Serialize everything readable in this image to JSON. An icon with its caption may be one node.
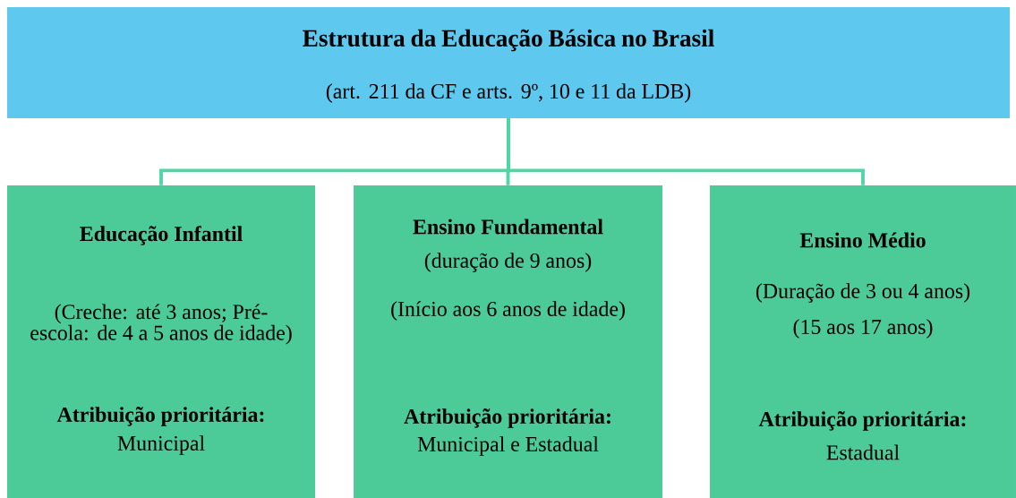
{
  "diagram": {
    "nodes": [
      {
        "text": [
          "Estrutura da Educação Básica no Brasil",
          "(art. 211 da CF e arts. 9º, 10 e 11 da LDB)"
        ]
      },
      {
        "text": [
          "Educação Infantil",
          "(Creche: até 3 anos; Pré-escola: de 4 a 5 anos de idade)",
          "Atribuição prioritária:",
          "Municipal"
        ]
      },
      {
        "text": [
          "Ensino Fundamental",
          "(duração de 9 anos)",
          "(Início aos 6 anos de idade)",
          "Atribuição prioritária:",
          "Municipal e Estadual"
        ]
      },
      {
        "text": [
          "Ensino Médio",
          "(Duração de 3 ou 4 anos)",
          "(15 aos 17 anos)",
          "Atribuição prioritária:",
          "Estadual"
        ]
      }
    ],
    "edges": [
      {
        "from": 0,
        "to": 1,
        "arrow": "none"
      },
      {
        "from": 0,
        "to": 2,
        "arrow": "none"
      },
      {
        "from": 0,
        "to": 3,
        "arrow": "none"
      }
    ]
  }
}
